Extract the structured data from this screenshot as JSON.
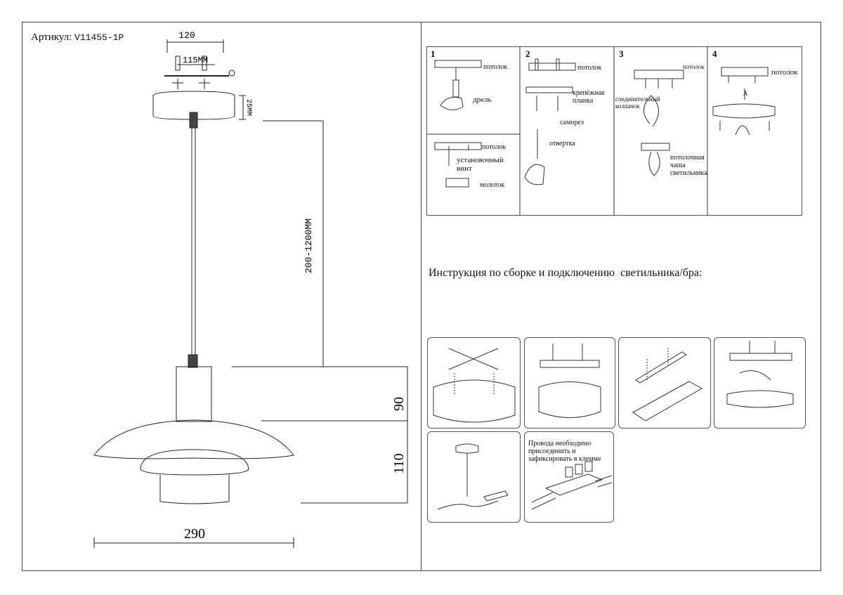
{
  "document": {
    "article_label": "Артикул:",
    "article_code": "V11455-1P"
  },
  "dimensions": {
    "mount_top_width": "120",
    "mount_hole_spacing": "115MM",
    "canopy_height": "25MM",
    "cable_length": "200-1200MM",
    "top_shade_height": "90",
    "bottom_shade_height": "110",
    "shade_diameter": "290"
  },
  "mounting_steps": [
    {
      "number": "1",
      "labels": {
        "ceiling": "потолок",
        "drill": "дрель"
      }
    },
    {
      "number": "2",
      "labels": {
        "ceiling": "потолок",
        "bracket": "крепёжная\nпланка",
        "screw": "саморез",
        "screwdriver": "отвертка"
      }
    },
    {
      "number": "3",
      "labels": {
        "ceiling": "потолок",
        "connector_cap": "соединительный\nколпачок",
        "ceiling_cup": "потолочная\nчаша\nсветильника"
      }
    },
    {
      "number": "4",
      "labels": {
        "ceiling": "потолок",
        "arrow": "A"
      }
    }
  ],
  "mounting_step1b": {
    "ceiling": "потолок",
    "setting_screw": "установочный\nвинт",
    "hammer": "молоток"
  },
  "assembly": {
    "heading": "Инструкция по сборке и подключению  светильника/бра:",
    "wiring_note": "Провода необходимо\nприсоединить и\nзафиксировать в клемме"
  }
}
